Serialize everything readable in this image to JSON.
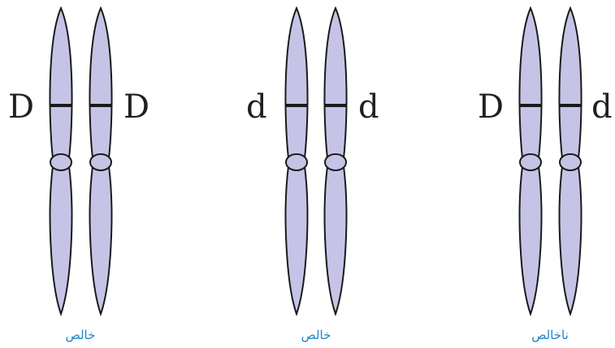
{
  "colors": {
    "chromosome_fill": "#c6c4e6",
    "outline": "#1a1a1a",
    "caption": "#1a87c8",
    "allele_text": "#231f20"
  },
  "pairs": [
    {
      "left_allele": "D",
      "right_allele": "D",
      "caption": "خالص"
    },
    {
      "left_allele": "d",
      "right_allele": "d",
      "caption": "خالص"
    },
    {
      "left_allele": "D",
      "right_allele": "d",
      "caption": "ناخالص"
    }
  ]
}
